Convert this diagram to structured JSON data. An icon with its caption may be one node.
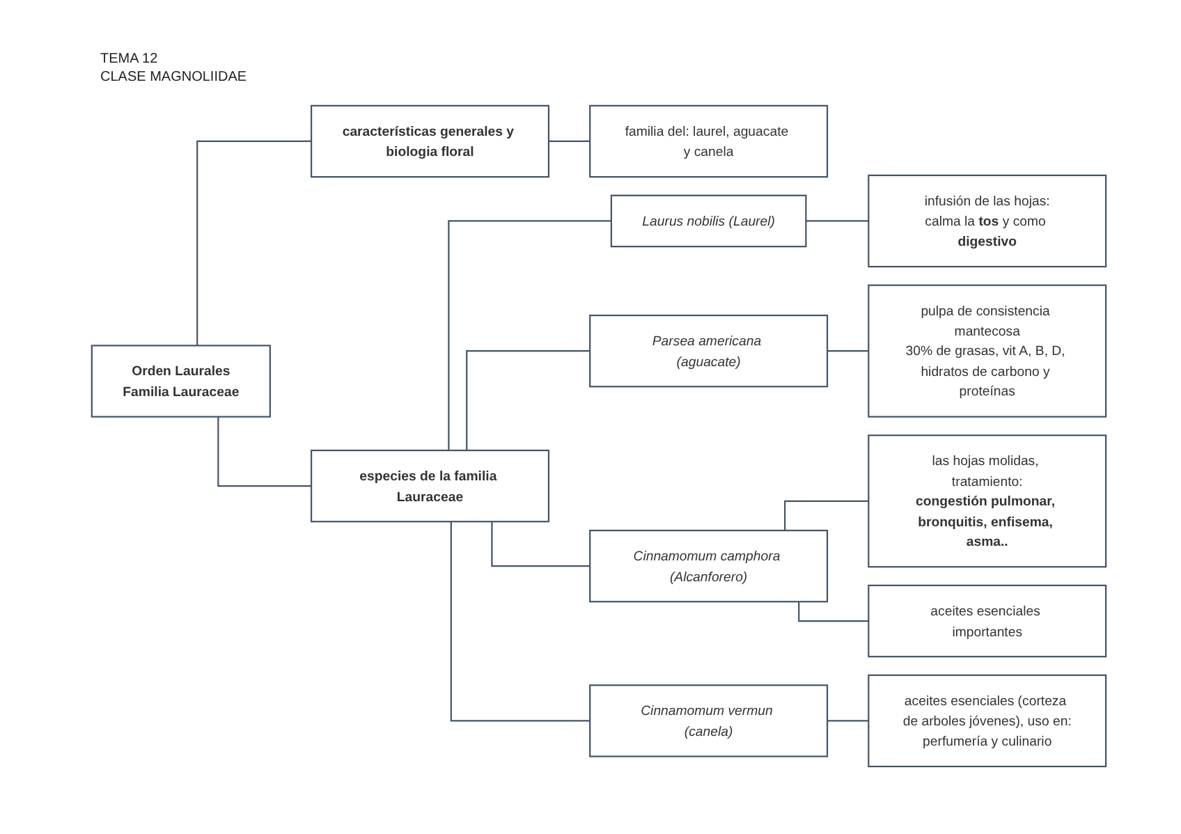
{
  "diagram": {
    "title": "TEMA 12",
    "labels": [
      "CLASE MAGNOLIIDAE"
    ],
    "nodes": [
      {
        "text": [
          "Orden Laurales",
          "Familia Lauraceae"
        ]
      },
      {
        "text": [
          "características generales y biologia floral"
        ]
      },
      {
        "text": [
          "especies de la familia Lauraceae"
        ]
      },
      {
        "text": [
          "familia del: laurel, aguacate y canela"
        ]
      },
      {
        "text": [
          "Laurus nobilis (Laurel)"
        ]
      },
      {
        "text": [
          "infusión de las hojas:",
          "calma la **tos** y como **digestivo**"
        ]
      },
      {
        "text": [
          "Parsea americana (aguacate)"
        ]
      },
      {
        "text": [
          "pulpa de consistencia mantecosa",
          "30% de grasas, vit A, B, D, hidratos de carbono y proteínas"
        ]
      },
      {
        "text": [
          "Cinnamomum camphora (Alcanforero)"
        ]
      },
      {
        "text": [
          "las hojas molidas, tratamiento:",
          "**congestión pulmonar, bronquitis, enfisema, asma..**"
        ]
      },
      {
        "text": [
          "aceites esenciales importantes"
        ]
      },
      {
        "text": [
          "Cinnamomum vermun (canela)"
        ]
      },
      {
        "text": [
          "aceites esenciales (corteza de arboles jóvenes), uso en:",
          "perfumería y culinario"
        ]
      }
    ],
    "edges": [
      {
        "from": 0,
        "to": 1,
        "arrow": "none"
      },
      {
        "from": 0,
        "to": 2,
        "arrow": "none"
      },
      {
        "from": 1,
        "to": 3,
        "arrow": "none"
      },
      {
        "from": 2,
        "to": 4,
        "arrow": "none"
      },
      {
        "from": 2,
        "to": 6,
        "arrow": "none"
      },
      {
        "from": 2,
        "to": 8,
        "arrow": "none"
      },
      {
        "from": 2,
        "to": 11,
        "arrow": "none"
      },
      {
        "from": 4,
        "to": 5,
        "arrow": "none"
      },
      {
        "from": 6,
        "to": 7,
        "arrow": "none"
      },
      {
        "from": 8,
        "to": 9,
        "arrow": "none"
      },
      {
        "from": 8,
        "to": 10,
        "arrow": "none"
      },
      {
        "from": 11,
        "to": 12,
        "arrow": "none"
      }
    ]
  }
}
